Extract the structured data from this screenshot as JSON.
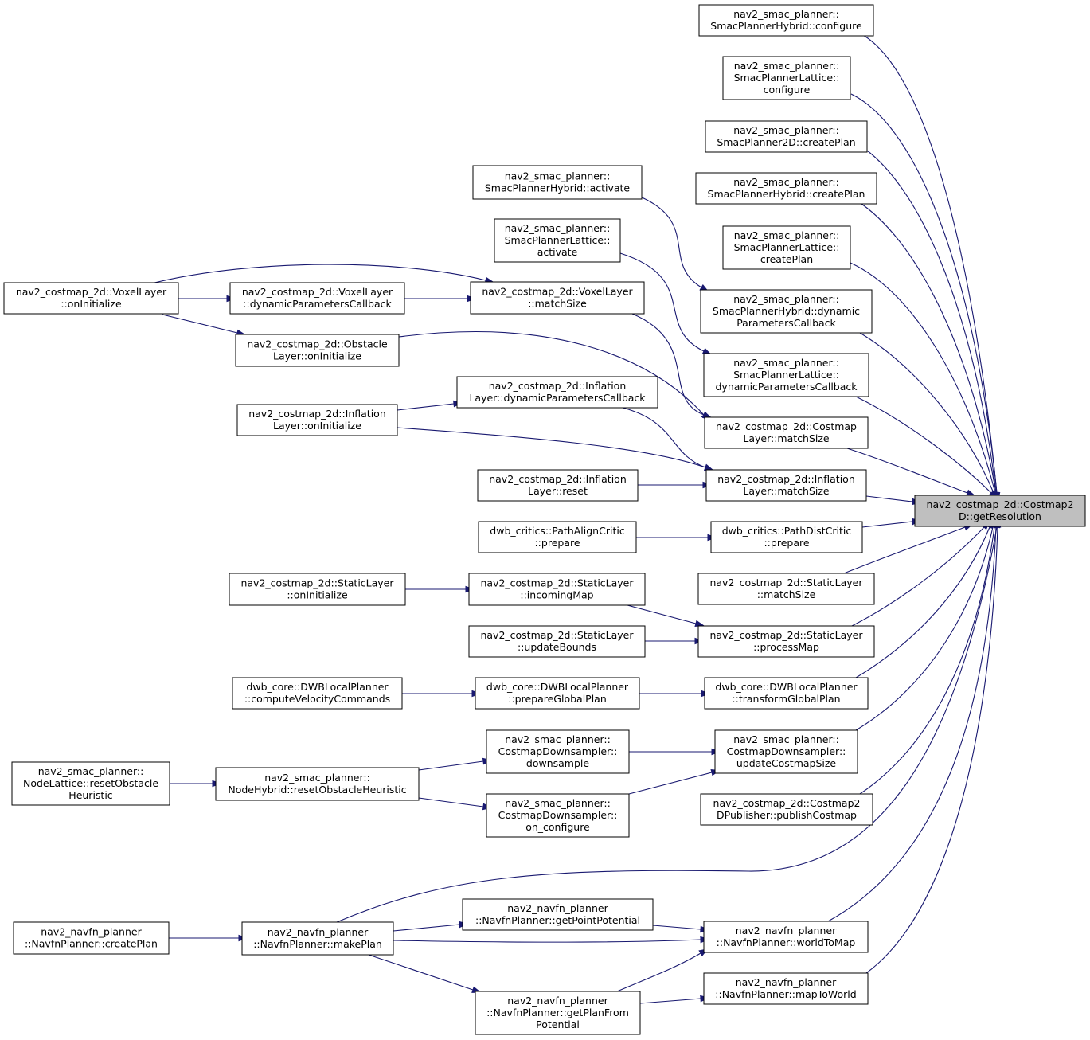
{
  "diagram": {
    "target": "getresolution",
    "colors": {
      "edge": "#191970",
      "target_fill": "#bfbfbf",
      "box_stroke": "#000000"
    },
    "nodes": [
      {
        "id": "getresolution",
        "lines": [
          "nav2_costmap_2d::Costmap2",
          "D::getResolution"
        ]
      },
      {
        "id": "hybrid-configure",
        "lines": [
          "nav2_smac_planner::",
          "SmacPlannerHybrid::configure"
        ]
      },
      {
        "id": "lattice-configure",
        "lines": [
          "nav2_smac_planner::",
          "SmacPlannerLattice::",
          "configure"
        ]
      },
      {
        "id": "planner2d-createplan",
        "lines": [
          "nav2_smac_planner::",
          "SmacPlanner2D::createPlan"
        ]
      },
      {
        "id": "hybrid-createplan",
        "lines": [
          "nav2_smac_planner::",
          "SmacPlannerHybrid::createPlan"
        ]
      },
      {
        "id": "lattice-createplan",
        "lines": [
          "nav2_smac_planner::",
          "SmacPlannerLattice::",
          "createPlan"
        ]
      },
      {
        "id": "hybrid-dynparams",
        "lines": [
          "nav2_smac_planner::",
          "SmacPlannerHybrid::dynamic",
          "ParametersCallback"
        ]
      },
      {
        "id": "lattice-dynparams",
        "lines": [
          "nav2_smac_planner::",
          "SmacPlannerLattice::",
          "dynamicParametersCallback"
        ]
      },
      {
        "id": "costmaplayer-matchsize",
        "lines": [
          "nav2_costmap_2d::Costmap",
          "Layer::matchSize"
        ]
      },
      {
        "id": "inflation-matchsize",
        "lines": [
          "nav2_costmap_2d::Inflation",
          "Layer::matchSize"
        ]
      },
      {
        "id": "pathdist-prepare",
        "lines": [
          "dwb_critics::PathDistCritic",
          "::prepare"
        ]
      },
      {
        "id": "static-matchsize",
        "lines": [
          "nav2_costmap_2d::StaticLayer",
          "::matchSize"
        ]
      },
      {
        "id": "static-processmap",
        "lines": [
          "nav2_costmap_2d::StaticLayer",
          "::processMap"
        ]
      },
      {
        "id": "dwb-transformglobalplan",
        "lines": [
          "dwb_core::DWBLocalPlanner",
          "::transformGlobalPlan"
        ]
      },
      {
        "id": "downsampler-updatecostmapsize",
        "lines": [
          "nav2_smac_planner::",
          "CostmapDownsampler::",
          "updateCostmapSize"
        ]
      },
      {
        "id": "publisher-publishcostmap",
        "lines": [
          "nav2_costmap_2d::Costmap2",
          "DPublisher::publishCostmap"
        ]
      },
      {
        "id": "navfn-worldtomap",
        "lines": [
          "nav2_navfn_planner",
          "::NavfnPlanner::worldToMap"
        ]
      },
      {
        "id": "navfn-maptoworld",
        "lines": [
          "nav2_navfn_planner",
          "::NavfnPlanner::mapToWorld"
        ]
      },
      {
        "id": "hybrid-activate",
        "lines": [
          "nav2_smac_planner::",
          "SmacPlannerHybrid::activate"
        ]
      },
      {
        "id": "lattice-activate",
        "lines": [
          "nav2_smac_planner::",
          "SmacPlannerLattice::",
          "activate"
        ]
      },
      {
        "id": "voxel-matchsize",
        "lines": [
          "nav2_costmap_2d::VoxelLayer",
          "::matchSize"
        ]
      },
      {
        "id": "inflation-dynparams",
        "lines": [
          "nav2_costmap_2d::Inflation",
          "Layer::dynamicParametersCallback"
        ]
      },
      {
        "id": "inflation-reset",
        "lines": [
          "nav2_costmap_2d::Inflation",
          "Layer::reset"
        ]
      },
      {
        "id": "pathalign-prepare",
        "lines": [
          "dwb_critics::PathAlignCritic",
          "::prepare"
        ]
      },
      {
        "id": "static-incomingmap",
        "lines": [
          "nav2_costmap_2d::StaticLayer",
          "::incomingMap"
        ]
      },
      {
        "id": "static-updatebounds",
        "lines": [
          "nav2_costmap_2d::StaticLayer",
          "::updateBounds"
        ]
      },
      {
        "id": "dwb-prepareglobalplan",
        "lines": [
          "dwb_core::DWBLocalPlanner",
          "::prepareGlobalPlan"
        ]
      },
      {
        "id": "downsampler-downsample",
        "lines": [
          "nav2_smac_planner::",
          "CostmapDownsampler::",
          "downsample"
        ]
      },
      {
        "id": "downsampler-onconfigure",
        "lines": [
          "nav2_smac_planner::",
          "CostmapDownsampler::",
          "on_configure"
        ]
      },
      {
        "id": "navfn-getpointpotential",
        "lines": [
          "nav2_navfn_planner",
          "::NavfnPlanner::getPointPotential"
        ]
      },
      {
        "id": "navfn-getplanfrompotential",
        "lines": [
          "nav2_navfn_planner",
          "::NavfnPlanner::getPlanFrom",
          "Potential"
        ]
      },
      {
        "id": "voxel-dynparams",
        "lines": [
          "nav2_costmap_2d::VoxelLayer",
          "::dynamicParametersCallback"
        ]
      },
      {
        "id": "obstacle-oninitialize",
        "lines": [
          "nav2_costmap_2d::Obstacle",
          "Layer::onInitialize"
        ]
      },
      {
        "id": "inflation-oninitialize",
        "lines": [
          "nav2_costmap_2d::Inflation",
          "Layer::onInitialize"
        ]
      },
      {
        "id": "static-oninitialize",
        "lines": [
          "nav2_costmap_2d::StaticLayer",
          "::onInitialize"
        ]
      },
      {
        "id": "dwb-computevelocitycommands",
        "lines": [
          "dwb_core::DWBLocalPlanner",
          "::computeVelocityCommands"
        ]
      },
      {
        "id": "nodehybrid-resetobstacleheuristic",
        "lines": [
          "nav2_smac_planner::",
          "NodeHybrid::resetObstacleHeuristic"
        ]
      },
      {
        "id": "navfn-makeplan",
        "lines": [
          "nav2_navfn_planner",
          "::NavfnPlanner::makePlan"
        ]
      },
      {
        "id": "voxel-oninitialize",
        "lines": [
          "nav2_costmap_2d::VoxelLayer",
          "::onInitialize"
        ]
      },
      {
        "id": "nodelattice-resetobstacleheuristic",
        "lines": [
          "nav2_smac_planner::",
          "NodeLattice::resetObstacle",
          "Heuristic"
        ]
      },
      {
        "id": "navfn-createplan",
        "lines": [
          "nav2_navfn_planner",
          "::NavfnPlanner::createPlan"
        ]
      }
    ],
    "edges": [
      {
        "from": "hybrid-configure",
        "to": "getresolution"
      },
      {
        "from": "lattice-configure",
        "to": "getresolution"
      },
      {
        "from": "planner2d-createplan",
        "to": "getresolution"
      },
      {
        "from": "hybrid-createplan",
        "to": "getresolution"
      },
      {
        "from": "lattice-createplan",
        "to": "getresolution"
      },
      {
        "from": "hybrid-dynparams",
        "to": "getresolution"
      },
      {
        "from": "lattice-dynparams",
        "to": "getresolution"
      },
      {
        "from": "costmaplayer-matchsize",
        "to": "getresolution"
      },
      {
        "from": "inflation-matchsize",
        "to": "getresolution"
      },
      {
        "from": "pathdist-prepare",
        "to": "getresolution"
      },
      {
        "from": "static-matchsize",
        "to": "getresolution"
      },
      {
        "from": "static-processmap",
        "to": "getresolution"
      },
      {
        "from": "dwb-transformglobalplan",
        "to": "getresolution"
      },
      {
        "from": "downsampler-updatecostmapsize",
        "to": "getresolution"
      },
      {
        "from": "publisher-publishcostmap",
        "to": "getresolution"
      },
      {
        "from": "navfn-worldtomap",
        "to": "getresolution"
      },
      {
        "from": "navfn-maptoworld",
        "to": "getresolution"
      },
      {
        "from": "navfn-makeplan",
        "to": "getresolution"
      },
      {
        "from": "hybrid-activate",
        "to": "hybrid-dynparams"
      },
      {
        "from": "lattice-activate",
        "to": "lattice-dynparams"
      },
      {
        "from": "voxel-matchsize",
        "to": "costmaplayer-matchsize"
      },
      {
        "from": "obstacle-oninitialize",
        "to": "costmaplayer-matchsize"
      },
      {
        "from": "inflation-dynparams",
        "to": "inflation-matchsize"
      },
      {
        "from": "inflation-oninitialize",
        "to": "inflation-matchsize"
      },
      {
        "from": "inflation-reset",
        "to": "inflation-matchsize"
      },
      {
        "from": "pathalign-prepare",
        "to": "pathdist-prepare"
      },
      {
        "from": "static-incomingmap",
        "to": "static-processmap"
      },
      {
        "from": "static-updatebounds",
        "to": "static-processmap"
      },
      {
        "from": "dwb-prepareglobalplan",
        "to": "dwb-transformglobalplan"
      },
      {
        "from": "downsampler-downsample",
        "to": "downsampler-updatecostmapsize"
      },
      {
        "from": "downsampler-onconfigure",
        "to": "downsampler-updatecostmapsize"
      },
      {
        "from": "navfn-getpointpotential",
        "to": "navfn-worldtomap"
      },
      {
        "from": "navfn-makeplan",
        "to": "navfn-worldtomap"
      },
      {
        "from": "navfn-getplanfrompotential",
        "to": "navfn-worldtomap"
      },
      {
        "from": "navfn-getplanfrompotential",
        "to": "navfn-maptoworld"
      },
      {
        "from": "voxel-dynparams",
        "to": "voxel-matchsize"
      },
      {
        "from": "voxel-oninitialize",
        "to": "voxel-matchsize"
      },
      {
        "from": "voxel-oninitialize",
        "to": "voxel-dynparams"
      },
      {
        "from": "voxel-oninitialize",
        "to": "obstacle-oninitialize"
      },
      {
        "from": "inflation-oninitialize",
        "to": "inflation-dynparams"
      },
      {
        "from": "static-oninitialize",
        "to": "static-incomingmap"
      },
      {
        "from": "dwb-computevelocitycommands",
        "to": "dwb-prepareglobalplan"
      },
      {
        "from": "nodehybrid-resetobstacleheuristic",
        "to": "downsampler-downsample"
      },
      {
        "from": "nodehybrid-resetobstacleheuristic",
        "to": "downsampler-onconfigure"
      },
      {
        "from": "nodelattice-resetobstacleheuristic",
        "to": "nodehybrid-resetobstacleheuristic"
      },
      {
        "from": "navfn-makeplan",
        "to": "navfn-getpointpotential"
      },
      {
        "from": "navfn-makeplan",
        "to": "navfn-getplanfrompotential"
      },
      {
        "from": "navfn-createplan",
        "to": "navfn-makeplan"
      }
    ]
  }
}
